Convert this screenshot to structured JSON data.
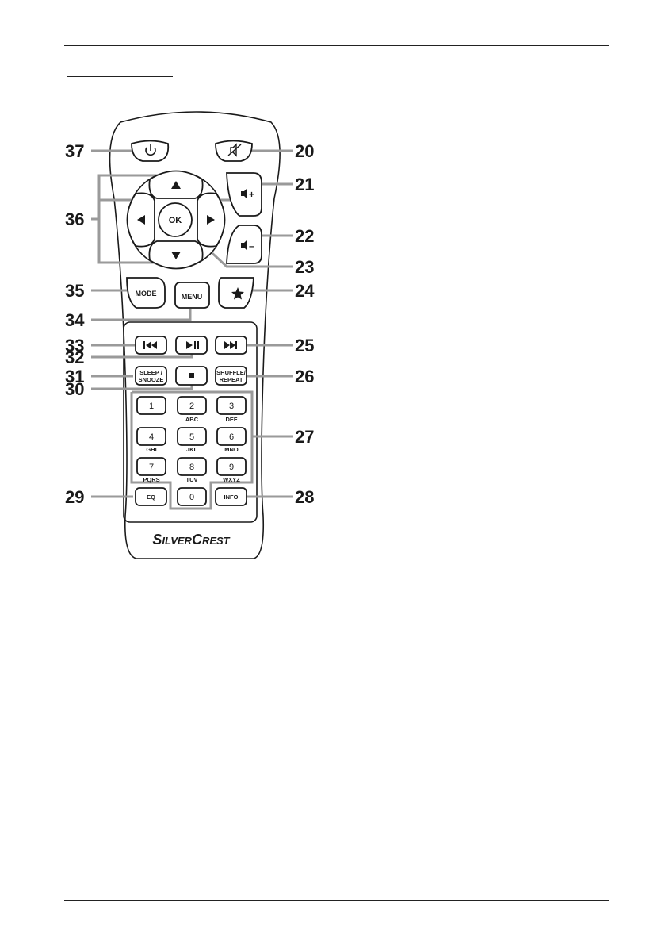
{
  "callouts": {
    "n20": "20",
    "n21": "21",
    "n22": "22",
    "n23": "23",
    "n24": "24",
    "n25": "25",
    "n26": "26",
    "n27": "27",
    "n28": "28",
    "n29": "29",
    "n30": "30",
    "n31": "31",
    "n32": "32",
    "n33": "33",
    "n34": "34",
    "n35": "35",
    "n36": "36",
    "n37": "37"
  },
  "buttons": {
    "ok": "OK",
    "mode": "MODE",
    "menu": "MENU",
    "sleep_line1": "SLEEP /",
    "sleep_line2": "SNOOZE",
    "shuffle_line1": "SHUFFLE/",
    "shuffle_line2": "REPEAT",
    "eq": "EQ",
    "info": "INFO",
    "vol_up": "+",
    "vol_down": "–"
  },
  "keypad": [
    {
      "digit": "1",
      "letters": ""
    },
    {
      "digit": "2",
      "letters": "ABC"
    },
    {
      "digit": "3",
      "letters": "DEF"
    },
    {
      "digit": "4",
      "letters": "GHI"
    },
    {
      "digit": "5",
      "letters": "JKL"
    },
    {
      "digit": "6",
      "letters": "MNO"
    },
    {
      "digit": "7",
      "letters": "PQRS"
    },
    {
      "digit": "8",
      "letters": "TUV"
    },
    {
      "digit": "9",
      "letters": "WXYZ"
    },
    {
      "digit": "0",
      "letters": ""
    }
  ],
  "brand": {
    "s": "S",
    "ilver": "ILVER",
    "c": "C",
    "rest": "REST"
  },
  "icons": {
    "power": "power-icon",
    "mute": "mute-icon",
    "volume_up": "volume-up-icon",
    "volume_down": "volume-down-icon",
    "favorite": "star-icon",
    "prev": "previous-track-icon",
    "play_pause": "play-pause-icon",
    "next": "next-track-icon",
    "stop": "stop-icon",
    "up": "arrow-up-icon",
    "down": "arrow-down-icon",
    "left": "arrow-left-icon",
    "right": "arrow-right-icon"
  },
  "colors": {
    "ink": "#1a1a1a",
    "callout_line": "#9a9a9a"
  }
}
